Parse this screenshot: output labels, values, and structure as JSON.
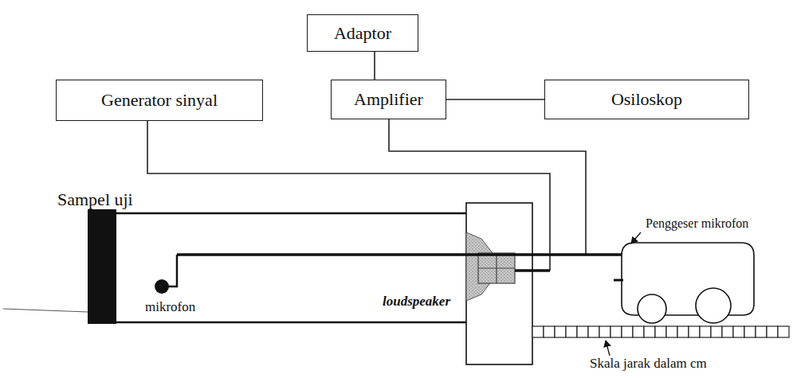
{
  "diagram": {
    "nodes": [
      {
        "text": [
          "Adaptor"
        ]
      },
      {
        "text": [
          "Generator sinyal"
        ]
      },
      {
        "text": [
          "Amplifier"
        ]
      },
      {
        "text": [
          "Osiloskop"
        ]
      }
    ],
    "edges": [
      {
        "from": 0,
        "to": 2,
        "arrow": "none"
      },
      {
        "from": 2,
        "to": 3,
        "arrow": "none"
      }
    ],
    "labels": [
      "Sampel uji",
      "mikrofon",
      "loudspeaker",
      "Penggeser mikrofon",
      "Skala jarak dalam cm"
    ]
  }
}
